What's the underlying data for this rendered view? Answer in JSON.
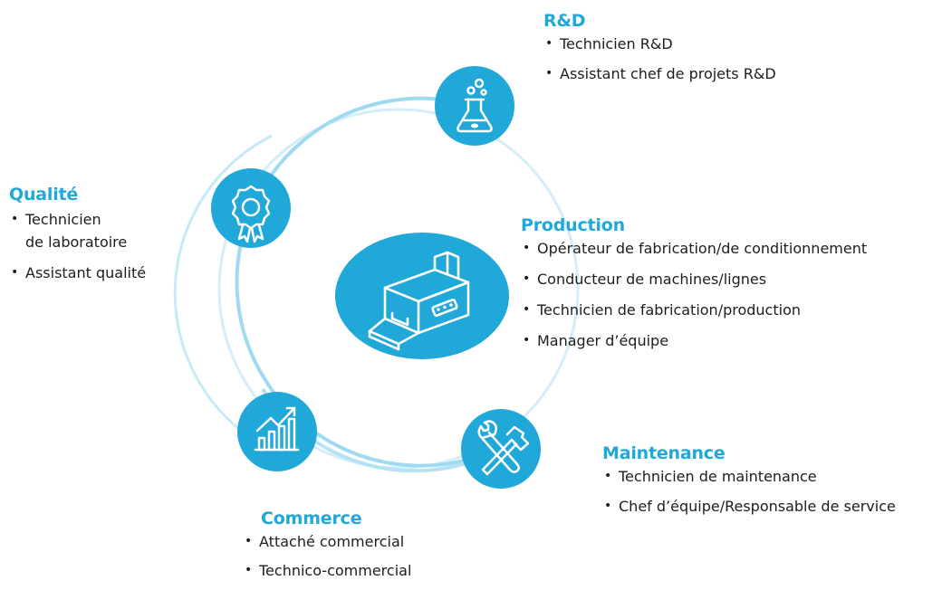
{
  "sections": {
    "rd": {
      "title": "R&D",
      "items": [
        "Technicien R&D",
        "Assistant chef de projets R&D"
      ]
    },
    "qualite": {
      "title": "Qualité",
      "items": [
        "Technicien\nde laboratoire",
        "Assistant qualité"
      ]
    },
    "production": {
      "title": "Production",
      "items": [
        "Opérateur de fabrication/de conditionnement",
        "Conducteur de machines/lignes",
        "Technicien de fabrication/production",
        "Manager d’équipe"
      ]
    },
    "maintenance": {
      "title": "Maintenance",
      "items": [
        "Technicien de maintenance",
        "Chef d’équipe/Responsable de service"
      ]
    },
    "commerce": {
      "title": "Commerce",
      "items": [
        "Attaché commercial",
        "Technico-commercial"
      ]
    }
  },
  "icons": {
    "rd": "flask-icon",
    "qualite": "award-ribbon-icon",
    "production": "production-machine-icon",
    "maintenance": "tools-icon",
    "commerce": "growth-chart-icon"
  },
  "colors": {
    "accent": "#1fa8d8",
    "ring_light": "#bfe6f5",
    "ring_mid": "#8fd3ee",
    "text": "#1d1d1b"
  }
}
